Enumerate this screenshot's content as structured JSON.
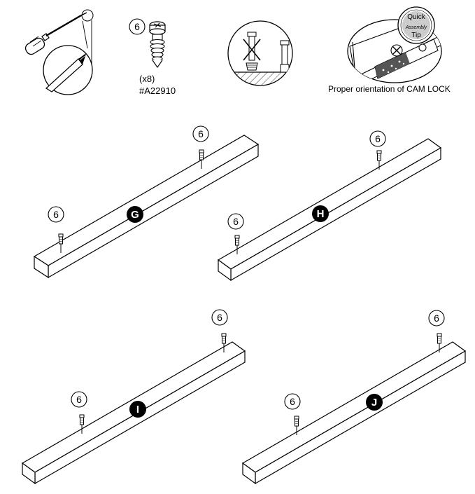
{
  "header": {
    "part_number": "6",
    "quantity": "(x8)",
    "part_code": "#A22910",
    "cam_lock_caption": "Proper orientation of CAM LOCK",
    "quick_tip_top": "Quick",
    "quick_tip_middle": "Assembly",
    "quick_tip_bottom": "Tip"
  },
  "rails": [
    {
      "letter": "G",
      "screw_label": "6"
    },
    {
      "letter": "H",
      "screw_label": "6"
    },
    {
      "letter": "I",
      "screw_label": "6"
    },
    {
      "letter": "J",
      "screw_label": "6"
    }
  ]
}
